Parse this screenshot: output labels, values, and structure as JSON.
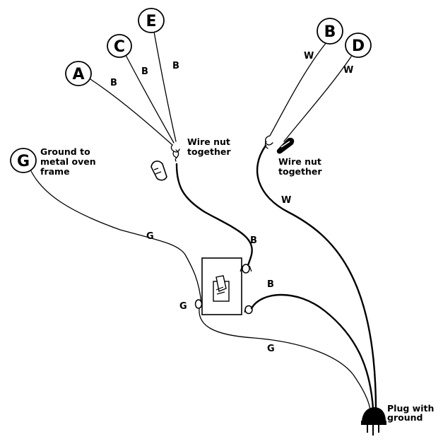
{
  "nodes": {
    "A": "A",
    "B": "B",
    "C": "C",
    "D": "D",
    "E": "E",
    "G": "G"
  },
  "wire_labels": {
    "a_wire": "B",
    "c_wire": "B",
    "e_wire": "B",
    "b_wire": "W",
    "d_wire": "W",
    "g_wire": "G",
    "switch_to_nut": "B",
    "white_to_plug": "W",
    "switch_to_plug": "B",
    "ground_to_plug": "G",
    "ground_screw": "G"
  },
  "notes": {
    "ground_line1": "Ground to",
    "ground_line2": "metal oven",
    "ground_line3": "frame",
    "nut_left_line1": "Wire nut",
    "nut_left_line2": "together",
    "nut_right_line1": "Wire nut",
    "nut_right_line2": "together",
    "plug_line1": "Plug with",
    "plug_line2": "ground"
  }
}
